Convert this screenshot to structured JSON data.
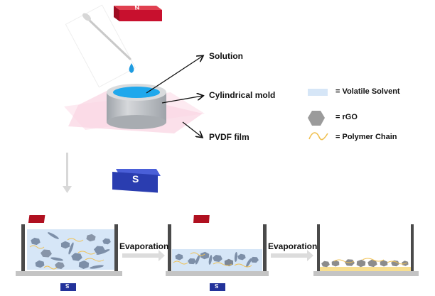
{
  "figure": {
    "top": {
      "magnet_top_label": "N",
      "magnet_bottom_label": "S",
      "callouts": [
        {
          "id": "solution",
          "label": "Solution"
        },
        {
          "id": "mold",
          "label": "Cylindrical mold"
        },
        {
          "id": "film",
          "label": "PVDF film"
        }
      ]
    },
    "legend": [
      {
        "id": "solvent",
        "label": "= Volatile Solvent",
        "symbol": "light-blue-rectangle"
      },
      {
        "id": "rgo",
        "label": "= rGO",
        "symbol": "gray-hexagon"
      },
      {
        "id": "polymer",
        "label": "= Polymer Chain",
        "symbol": "yellow-wave"
      }
    ],
    "stages": [
      {
        "id": "stage-1",
        "top_magnet": "N",
        "bottom_magnet": "S",
        "state": "full solution with dispersed rGO and polymer chains"
      },
      {
        "id": "stage-2",
        "top_magnet": "N",
        "bottom_magnet": "S",
        "state": "partially evaporated solution"
      },
      {
        "id": "stage-3",
        "state": "dried film with rGO on polymer layer"
      }
    ],
    "transitions": [
      {
        "label": "Evaporation"
      },
      {
        "label": "Evaporation"
      }
    ],
    "colors": {
      "magnet_n": "#c8102e",
      "magnet_s": "#2a3db0",
      "solvent": "#d6e6f7",
      "rgo": "#7d8fa8",
      "rgo_dry": "#8c8c8c",
      "polymer": "#f0c050",
      "water_drop": "#1e9be0",
      "film": "#f8c6d8",
      "mold": "#b8bcc2"
    }
  }
}
